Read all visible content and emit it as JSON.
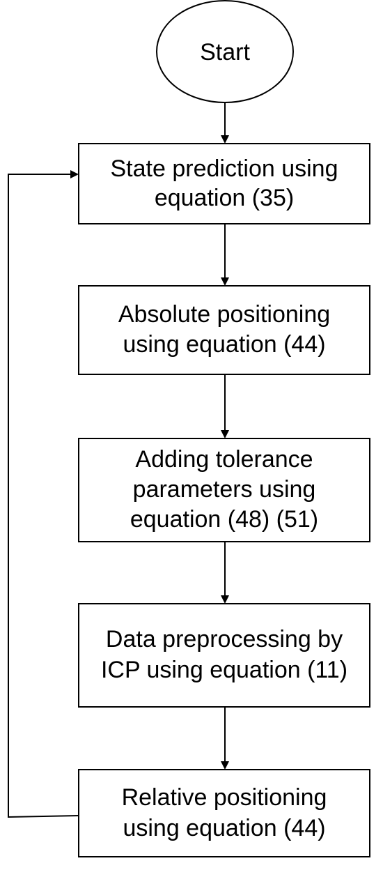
{
  "flowchart": {
    "start": {
      "label": "Start"
    },
    "steps": [
      {
        "lines": [
          "State prediction using",
          "equation (35)"
        ]
      },
      {
        "lines": [
          "Absolute positioning",
          "using equation (44)"
        ]
      },
      {
        "lines": [
          "Adding tolerance",
          "parameters using",
          "equation (48) (51)"
        ]
      },
      {
        "lines": [
          "Data preprocessing by",
          "ICP using equation (11)"
        ]
      },
      {
        "lines": [
          "Relative positioning",
          "using equation (44)"
        ]
      }
    ]
  }
}
